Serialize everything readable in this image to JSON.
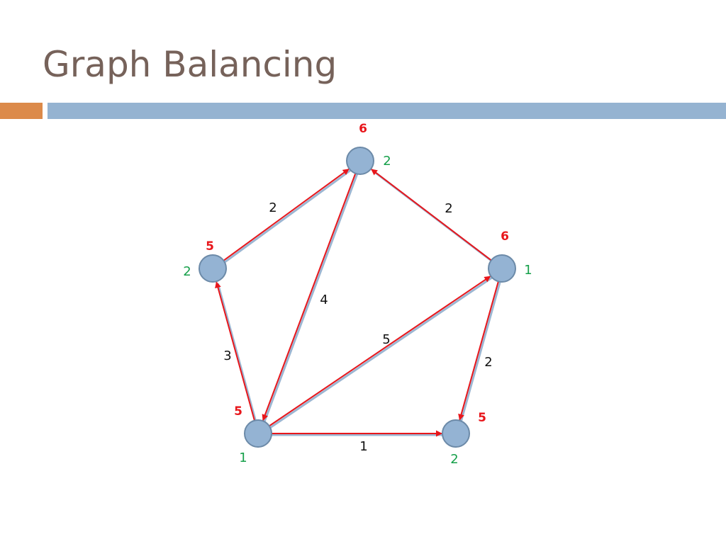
{
  "title": "Graph Balancing",
  "colors": {
    "title": "#76625a",
    "accent_left": "#dc8a4a",
    "accent_right": "#95b3d1",
    "node_fill": "#94b3d3",
    "node_stroke": "#6c8aa8",
    "edge_base": "#9cb6d2",
    "edge_arrow": "#e8161b",
    "value_red": "#e8161b",
    "label_green": "#16a04a"
  },
  "nodes": [
    {
      "id": "top",
      "value": "6",
      "label": "2"
    },
    {
      "id": "right",
      "value": "6",
      "label": "1"
    },
    {
      "id": "left",
      "value": "5",
      "label": "2"
    },
    {
      "id": "bottom-left",
      "value": "5",
      "label": "1"
    },
    {
      "id": "bottom-right",
      "value": "5",
      "label": "2"
    }
  ],
  "edges": [
    {
      "from": "left",
      "to": "top",
      "weight": "2"
    },
    {
      "from": "right",
      "to": "top",
      "weight": "2"
    },
    {
      "from": "top",
      "to": "bottom-left",
      "weight": "4"
    },
    {
      "from": "bottom-left",
      "to": "left",
      "weight": "3"
    },
    {
      "from": "bottom-left",
      "to": "right",
      "weight": "5"
    },
    {
      "from": "right",
      "to": "bottom-right",
      "weight": "2"
    },
    {
      "from": "bottom-left",
      "to": "bottom-right",
      "weight": "1"
    }
  ]
}
